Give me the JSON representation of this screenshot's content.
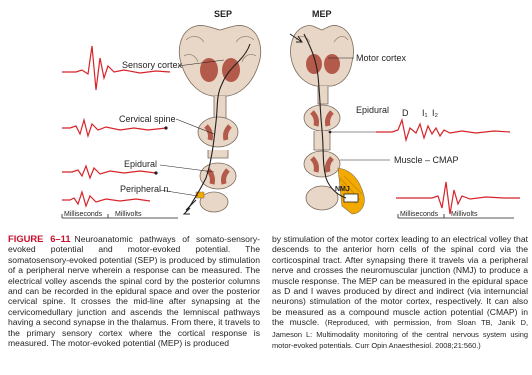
{
  "figure": {
    "sep_header": "SEP",
    "mep_header": "MEP",
    "labels": {
      "sensory_cortex": "Sensory cortex",
      "cervical_spine": "Cervical spine",
      "epidural_left": "Epidural",
      "peripheral_nerve": "Peripheral n.",
      "motor_cortex": "Motor cortex",
      "epidural_right": "Epidural",
      "d_wave": "D",
      "i1_wave": "I₁",
      "i2_wave": "I₂",
      "muscle_cmap": "Muscle – CMAP",
      "nmj": "NMJ"
    },
    "scale_left": {
      "ms": "Milliseconds",
      "mv": "Millivolts"
    },
    "scale_right": {
      "ms": "Milliseconds",
      "mv": "Millivolts"
    },
    "colors": {
      "trace_red": "#d8232a",
      "tissue_beige": "#e8d7c6",
      "gray_matter": "#b35a4a",
      "nerve_orange": "#f2a900",
      "caption_red": "#c8102e"
    }
  },
  "caption": {
    "label": "FIGURE 6–11",
    "left_text": "Neuroanatomic pathways of somato-sensory-evoked potential and motor-evoked potential. The somatosensory-evoked potential (SEP) is produced by stimulation of a peripheral nerve wherein a response can be measured. The electrical volley ascends the spinal cord by the posterior columns and can be recorded in the epidural space and over the posterior cervical spine. It crosses the mid-line after synapsing at the cervicomedullary junction and ascends the lemniscal pathways having a second synapse in the thalamus. From there, it travels to the primary sensory cortex where the cortical response is measured. The motor-evoked potential (MEP) is produced",
    "right_text": "by stimulation of the motor cortex leading to an electrical volley that descends to the anterior horn cells of the spinal cord via the corticospinal tract. After synapsing there it travels via a peripheral nerve and crosses the neuromuscular junction (NMJ) to produce a muscle response. The MEP can be measured in the epidural space as D and I waves produced by direct and indirect (via internuncial neurons) stimulation of the motor cortex, respectively. It can also be measured as a compound muscle action potential (CMAP) in the muscle.",
    "citation": "(Reproduced, with permission, from Sloan TB, Janik D, Jameson L: Multimodality monitoring of the central nervous system using motor-evoked potentials. Curr Opin Anaesthesiol. 2008;21:560.)"
  }
}
